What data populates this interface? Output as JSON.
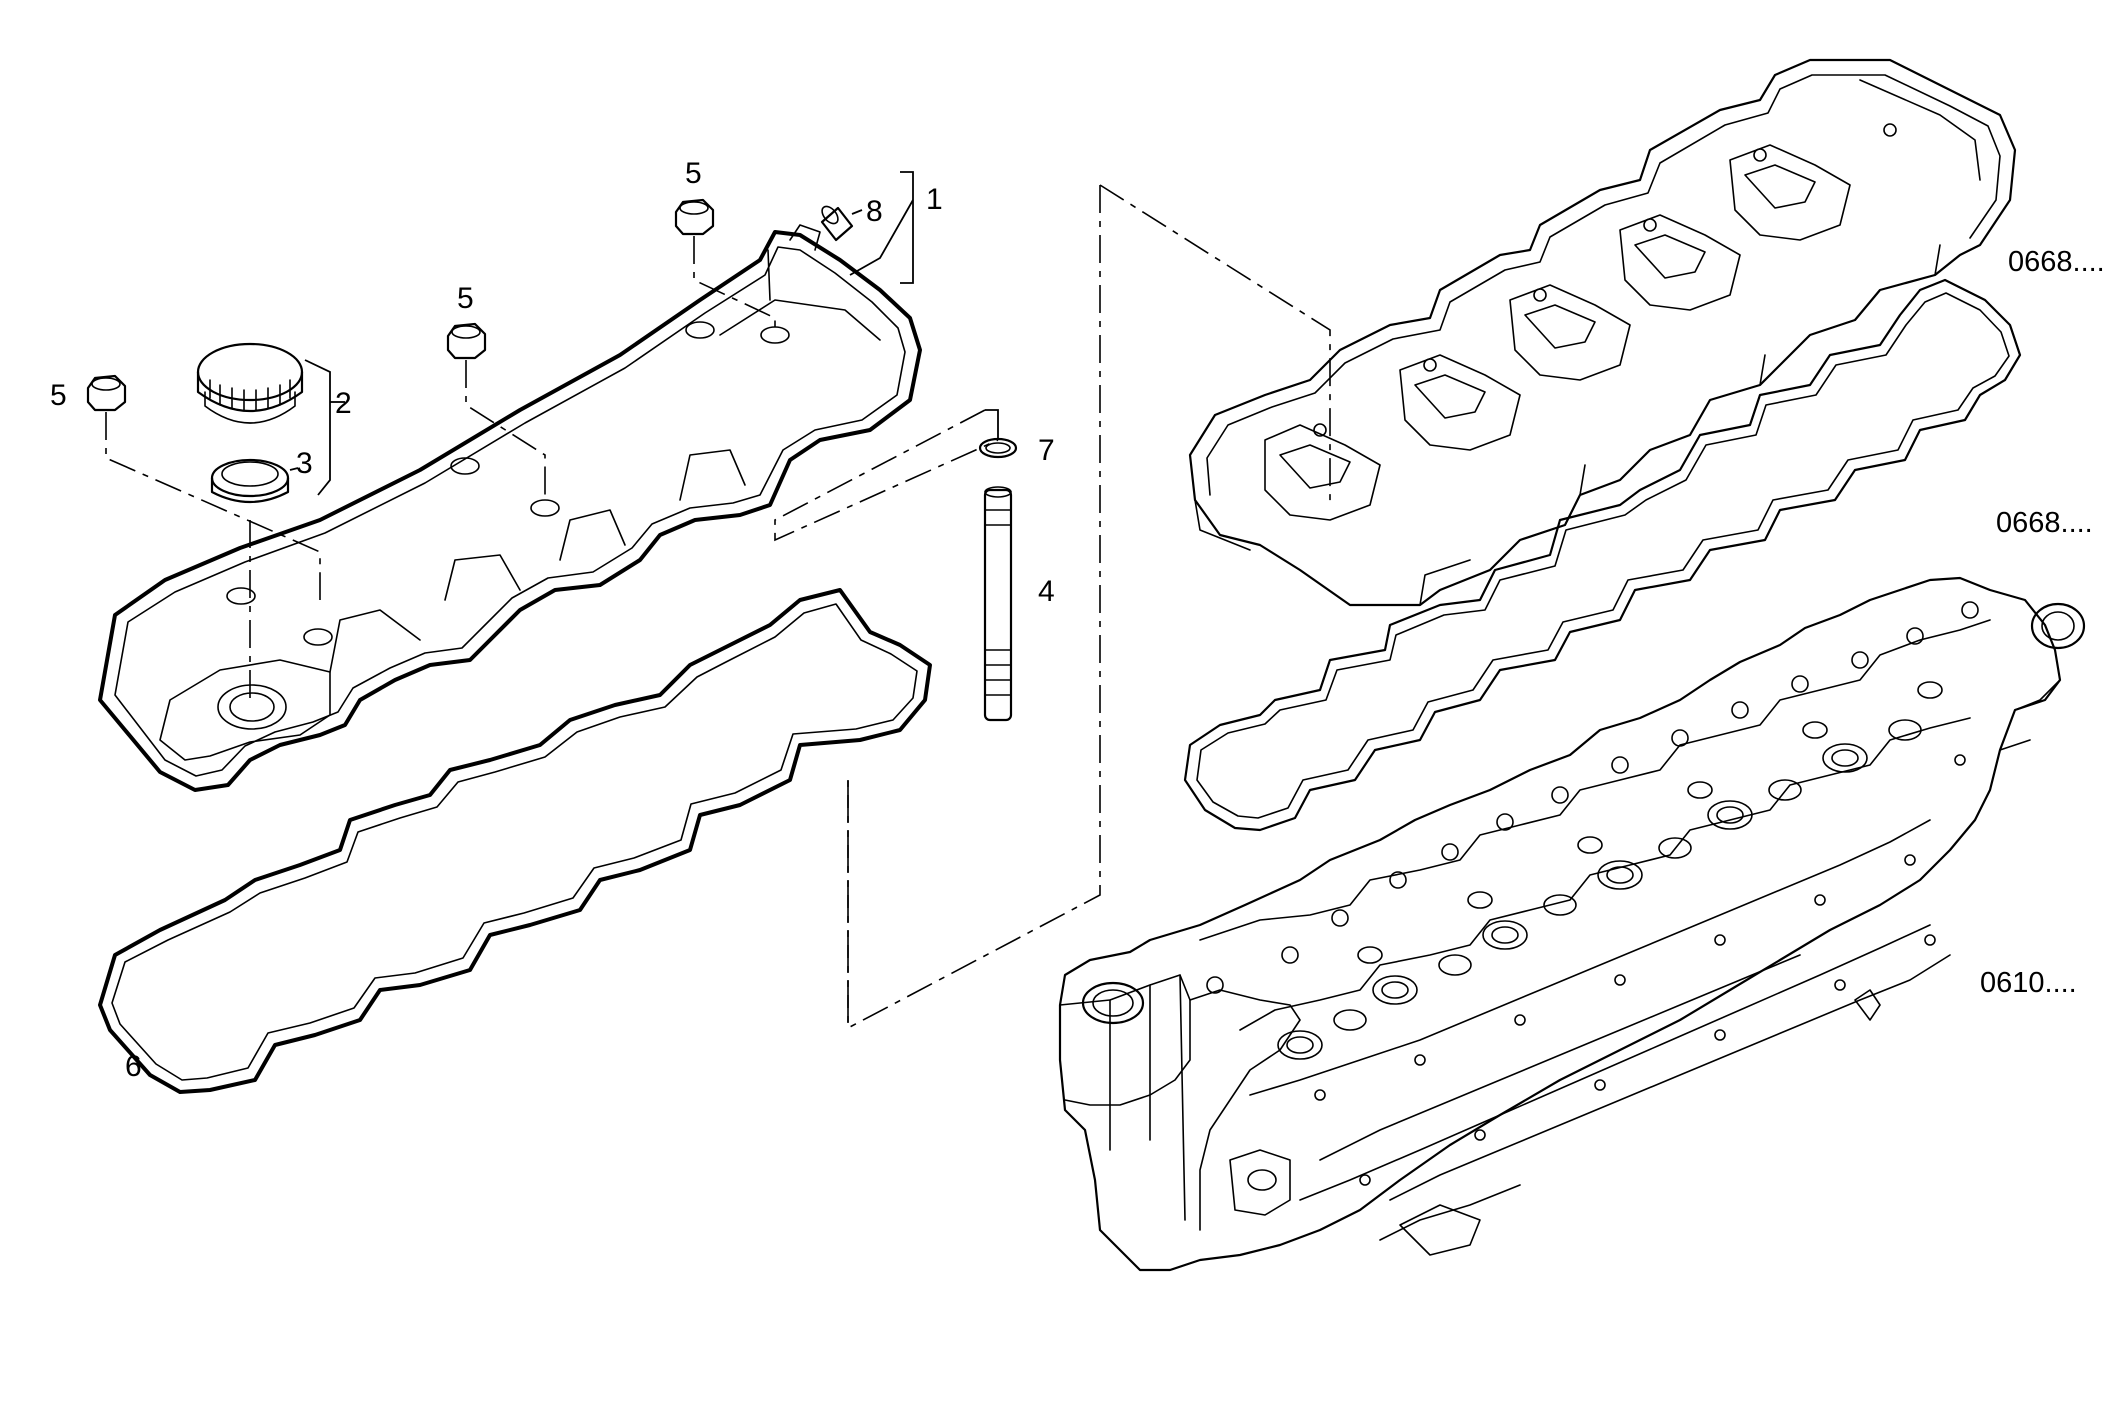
{
  "callouts": {
    "c1": "1",
    "c2": "2",
    "c3": "3",
    "c4": "4",
    "c5a": "5",
    "c5b": "5",
    "c5c": "5",
    "c6": "6",
    "c7": "7",
    "c8": "8"
  },
  "references": {
    "cover_ref": "0668....",
    "gasket_ref": "0668....",
    "head_ref": "0610...."
  }
}
